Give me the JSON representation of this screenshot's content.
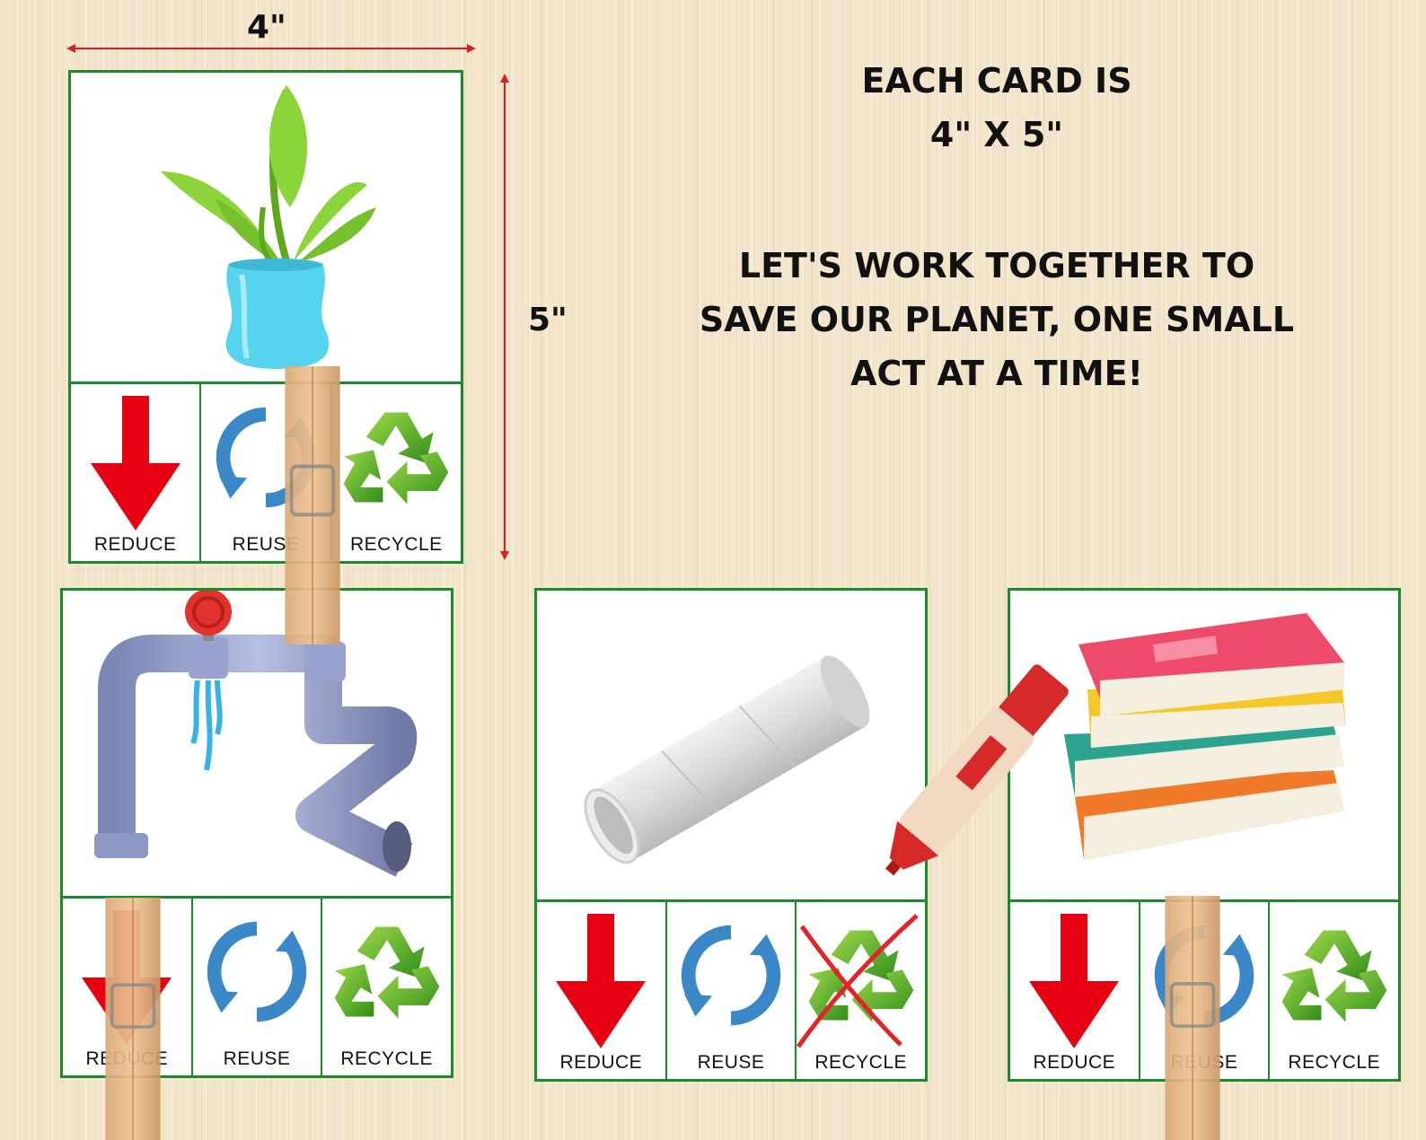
{
  "dimensions": {
    "width_label": "4\"",
    "height_label": "5\""
  },
  "headline": {
    "line1": "EACH CARD IS",
    "line2": "4\" X 5\"",
    "line3": "LET'S WORK TOGETHER TO",
    "line4": "SAVE OUR PLANET, ONE SMALL",
    "line5": "ACT AT A TIME!"
  },
  "options": {
    "reduce": "REDUCE",
    "reuse": "REUSE",
    "recycle": "RECYCLE"
  },
  "cards": [
    {
      "image": "plant-in-bottle-pot",
      "marked": "clothespin on REUSE"
    },
    {
      "image": "leaking-pipe",
      "marked": "clothespin on REDUCE"
    },
    {
      "image": "cardboard-tube",
      "marked": "red X on RECYCLE"
    },
    {
      "image": "stack-of-books",
      "marked": "clothespin on REUSE"
    }
  ],
  "colors": {
    "card_border": "#1a8a2a",
    "reduce_red": "#e60012",
    "reuse_blue": "#3a88c8",
    "recycle_green": "#4aa820",
    "dimension_line": "#d42020"
  }
}
